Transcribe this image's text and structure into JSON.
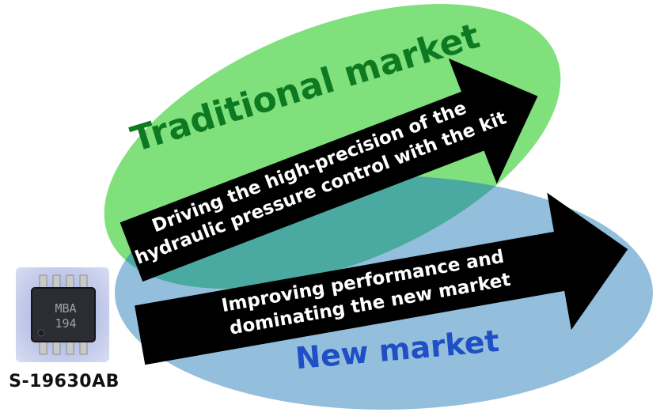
{
  "diagram": {
    "traditional_market_label": "Traditional market",
    "new_market_label": "New market",
    "arrow_top_text": [
      "Driving the high-precision of the",
      "hydraulic pressure control with the kit"
    ],
    "arrow_bottom_text": [
      "Improving performance and",
      "dominating the new market"
    ]
  },
  "chip": {
    "marking_line1": "MBA",
    "marking_line2": "194",
    "caption": "S-19630AB"
  },
  "colors": {
    "green_ellipse": "#80e07c",
    "blue_ellipse": "#93bfdc",
    "overlap": "#4aa9a0",
    "green_text": "#0d7a22",
    "blue_text": "#1f4fc4",
    "arrow": "#000000"
  }
}
